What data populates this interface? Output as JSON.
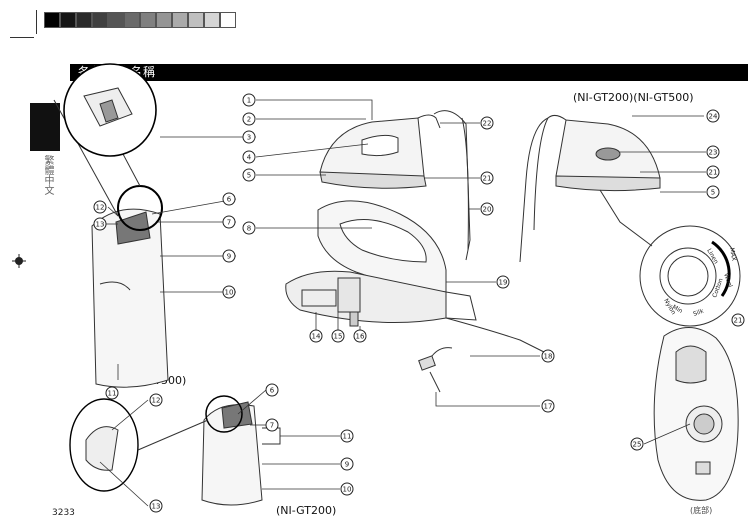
{
  "header": {
    "section_title": "各部位的名稱",
    "side_tab_label": "繁體中文"
  },
  "models": {
    "gt200_gt500": "(NI-GT200)(NI-GT500)",
    "gt500": "(NI-GT500)",
    "gt200": "(NI-GT200)"
  },
  "page_number": "3233",
  "bottom_caption": "(底部)",
  "dial": {
    "labels": [
      "MAX",
      "Wool",
      "Cotton",
      "Silk",
      "Nylon",
      "Linen",
      "Min"
    ]
  },
  "callouts": [
    "1",
    "2",
    "3",
    "4",
    "5",
    "6",
    "7",
    "8",
    "9",
    "10",
    "11",
    "12",
    "13",
    "14",
    "15",
    "16",
    "17",
    "18",
    "19",
    "20",
    "21",
    "22",
    "23",
    "24",
    "25"
  ],
  "colors": {
    "ink": "#222222",
    "banner": "#000000"
  },
  "calibration_bar": [
    "#000000",
    "#151515",
    "#2a2a2a",
    "#404040",
    "#555555",
    "#6a6a6a",
    "#808080",
    "#959595",
    "#aaaaaa",
    "#bfbfbf",
    "#d5d5d5",
    "#ffffff"
  ]
}
